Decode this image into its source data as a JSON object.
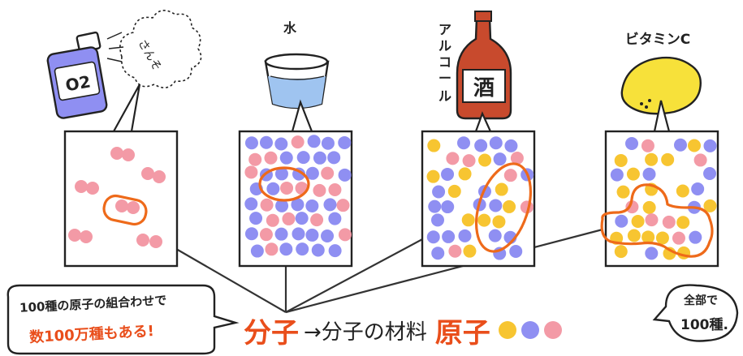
{
  "items": [
    {
      "id": "oxygen",
      "name": "さんそ",
      "can_label": "O2"
    },
    {
      "id": "water",
      "name": "水"
    },
    {
      "id": "alcohol",
      "name": "アルコール",
      "label_chars": [
        "ア",
        "ル",
        "コ",
        "ー",
        "ル"
      ],
      "bottle_label": "酒"
    },
    {
      "id": "vitamin",
      "name": "ビタミンC"
    }
  ],
  "bottom": {
    "molecule": "分子",
    "arrow_text": "→分子の材料",
    "atom": "原子"
  },
  "left_bubble": {
    "line1": "100種の原子の組合わせで",
    "line2": "数100万種もある!"
  },
  "right_bubble": {
    "line1": "全部で",
    "line2": "100種."
  },
  "colors": {
    "atom_pink": "#f39aa6",
    "atom_purple": "#8f8ff2",
    "atom_yellow": "#f7c531",
    "highlight": "#ee6a1a",
    "title_red": "#e94e1b"
  },
  "legend_colors": [
    "#f7c531",
    "#8f8ff2",
    "#f39aa6"
  ]
}
